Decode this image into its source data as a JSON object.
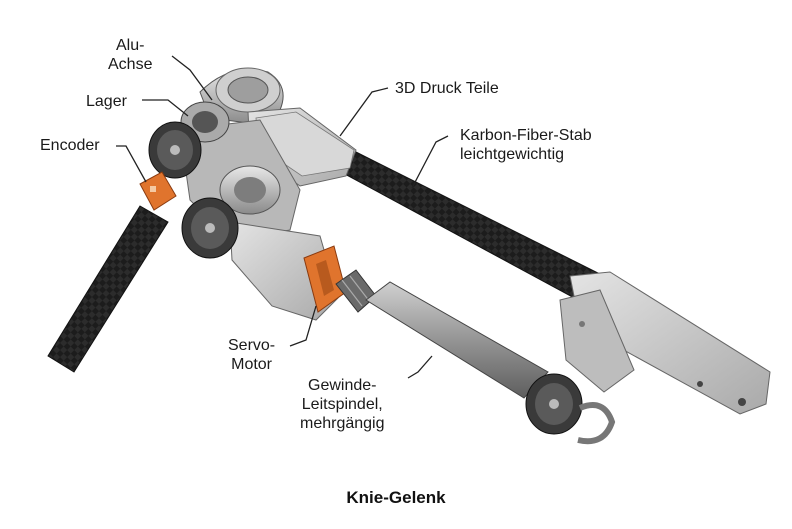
{
  "labels": {
    "alu_achse": [
      "Alu-",
      "Achse"
    ],
    "lager": "Lager",
    "encoder": "Encoder",
    "druck": "3D Druck Teile",
    "karbon": [
      "Karbon-Fiber-Stab",
      "leichtgewichtig"
    ],
    "servo": [
      "Servo-",
      "Motor"
    ],
    "gewinde": [
      "Gewinde-",
      "Leitspindel,",
      "mehrgängig"
    ]
  },
  "caption": "Knie-Gelenk",
  "colors": {
    "carbon": "#1e1e1e",
    "printed_part": "#c9c9c9",
    "encoder_pcb": "#e0742d",
    "leader_line": "#222222"
  }
}
